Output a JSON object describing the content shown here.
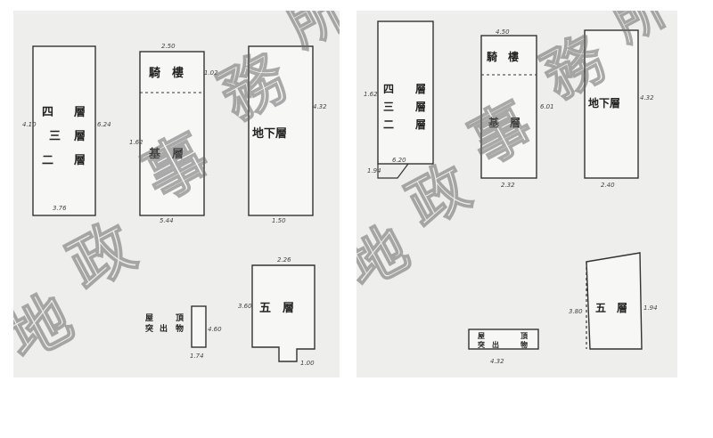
{
  "left_plan": {
    "floors_label_4": "四",
    "floors_label_layer": "層",
    "floors_label_3": "三",
    "floors_label_2": "二",
    "arcade": "騎　樓",
    "ground_floor": "基　層",
    "basement": "地下層",
    "fifth_floor": "五　層",
    "roof_1": "屋",
    "roof_2": "突",
    "roof_3": "出",
    "roof_4": "頂",
    "roof_5": "物",
    "dims": [
      "2.50",
      "4.10",
      "1.02",
      "1.62",
      "6.24",
      "3.76",
      "5.44",
      "4.32",
      "1.50",
      "2.26",
      "3.60",
      "1.74",
      "4.60",
      "1.00"
    ]
  },
  "right_plan": {
    "floors_label_4": "四",
    "floors_label_3": "三",
    "floors_label_2": "二",
    "layer": "層",
    "arcade": "騎　樓",
    "ground_floor": "基　層",
    "basement": "地下層",
    "fifth_floor": "五　層",
    "roof_1": "屋",
    "roof_2": "突",
    "roof_3": "出",
    "roof_4": "頂",
    "roof_5": "物",
    "dims": [
      "1.62",
      "4.50",
      "6.01",
      "4.32",
      "1.94",
      "6.20",
      "2.32",
      "2.40",
      "3.80",
      "1.94",
      "4.32"
    ]
  },
  "watermark": {
    "chars": [
      "地",
      "政",
      "事",
      "務",
      "所"
    ]
  }
}
